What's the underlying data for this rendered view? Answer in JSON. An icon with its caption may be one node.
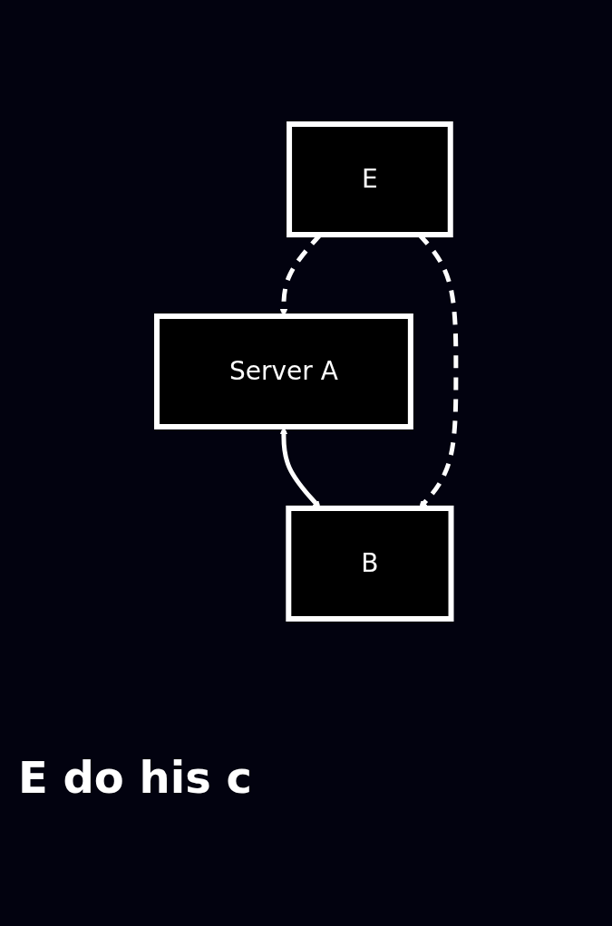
{
  "diagram": {
    "nodes": [
      {
        "text": [
          "Server A"
        ]
      },
      {
        "text": [
          "E"
        ]
      },
      {
        "text": [
          "B"
        ]
      }
    ],
    "edges": [
      {
        "from": 0,
        "to": 2,
        "arrow": "both"
      },
      {
        "from": 1,
        "to": 0,
        "arrow": "to",
        "style": "dashed"
      },
      {
        "from": 1,
        "to": 2,
        "arrow": "to",
        "style": "dashed"
      }
    ],
    "labels": [
      "E do his c"
    ]
  }
}
